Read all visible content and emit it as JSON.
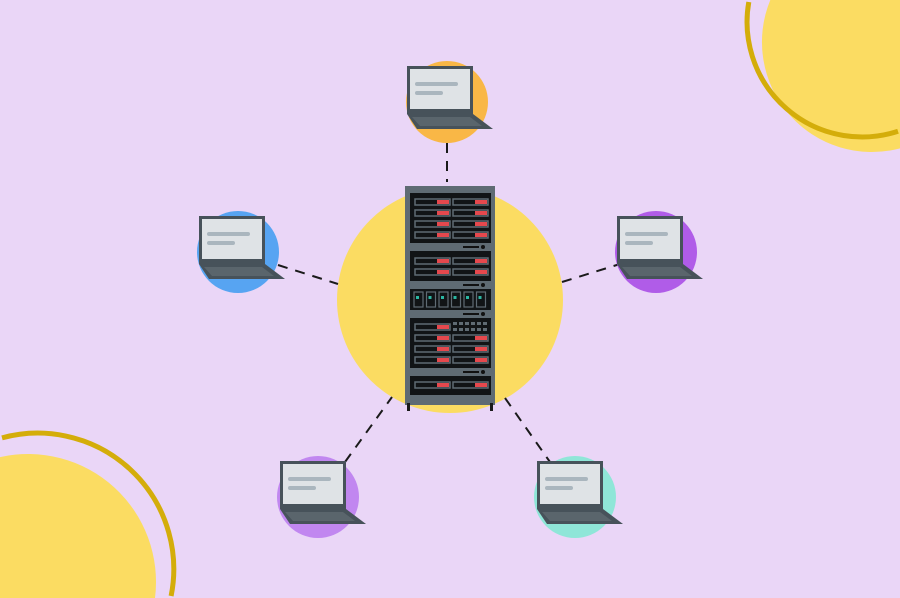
{
  "colors": {
    "background": "#ead6f7",
    "yellow": "#fbdc62",
    "yellow_outline": "#d4ad0a",
    "rack_frame": "#5f6b73",
    "rack_panel": "#111416",
    "drive_led": "#e5484d",
    "bay_led": "#2bb7a3",
    "laptop_body": "#47525a",
    "laptop_screen": "#dfe3e6",
    "screen_lines": "#aab6be"
  },
  "center": {
    "icon": "server-rack-icon"
  },
  "clients": [
    {
      "icon": "laptop-icon",
      "position": "top",
      "accent": "#f9b746"
    },
    {
      "icon": "laptop-icon",
      "position": "left",
      "accent": "#57a4f2"
    },
    {
      "icon": "laptop-icon",
      "position": "right",
      "accent": "#b05ce8"
    },
    {
      "icon": "laptop-icon",
      "position": "bottom-left",
      "accent": "#c187f0"
    },
    {
      "icon": "laptop-icon",
      "position": "bottom-right",
      "accent": "#8fe6d8"
    }
  ]
}
